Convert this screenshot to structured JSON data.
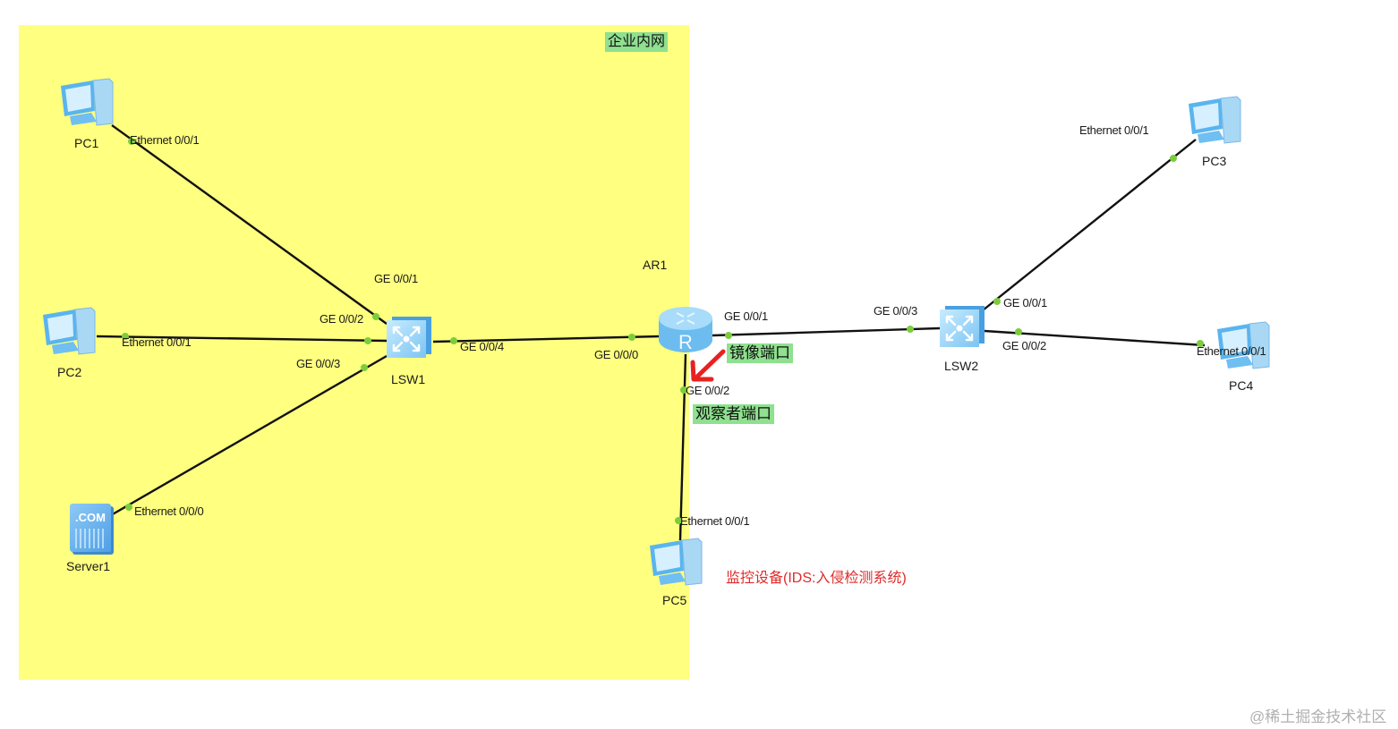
{
  "zone": {
    "label": "企业内网",
    "color": "#ffff80"
  },
  "nodes": {
    "pc1": {
      "name": "PC1"
    },
    "pc2": {
      "name": "PC2"
    },
    "pc3": {
      "name": "PC3"
    },
    "pc4": {
      "name": "PC4"
    },
    "pc5": {
      "name": "PC5"
    },
    "server1": {
      "name": "Server1",
      "icon_text": ".COM"
    },
    "lsw1": {
      "name": "LSW1"
    },
    "lsw2": {
      "name": "LSW2"
    },
    "ar1": {
      "name": "AR1",
      "icon_text": "R"
    }
  },
  "ports": {
    "pc1_eth": "Ethernet 0/0/1",
    "pc2_eth": "Ethernet 0/0/1",
    "server1_eth": "Ethernet 0/0/0",
    "lsw1_ge1": "GE 0/0/1",
    "lsw1_ge2": "GE 0/0/2",
    "lsw1_ge3": "GE 0/0/3",
    "lsw1_ge4": "GE 0/0/4",
    "ar1_ge0": "GE 0/0/0",
    "ar1_ge1": "GE 0/0/1",
    "ar1_ge2": "GE 0/0/2",
    "lsw2_ge3": "GE 0/0/3",
    "lsw2_ge1": "GE 0/0/1",
    "lsw2_ge2": "GE 0/0/2",
    "pc3_eth": "Ethernet 0/0/1",
    "pc4_eth": "Ethernet 0/0/1",
    "pc5_eth": "Ethernet 0/0/1"
  },
  "annotations": {
    "mirror_port": "镜像端口",
    "observer_port": "观察者端口",
    "monitor_device": "监控设备(IDS:入侵检测系统)",
    "tag_color": "#8fe08f",
    "note_color": "#e02a2a",
    "arrow_color": "#e8211f"
  },
  "watermark": "@稀土掘金技术社区",
  "link_color": "#111111",
  "port_dot_color": "#7ccd3c"
}
